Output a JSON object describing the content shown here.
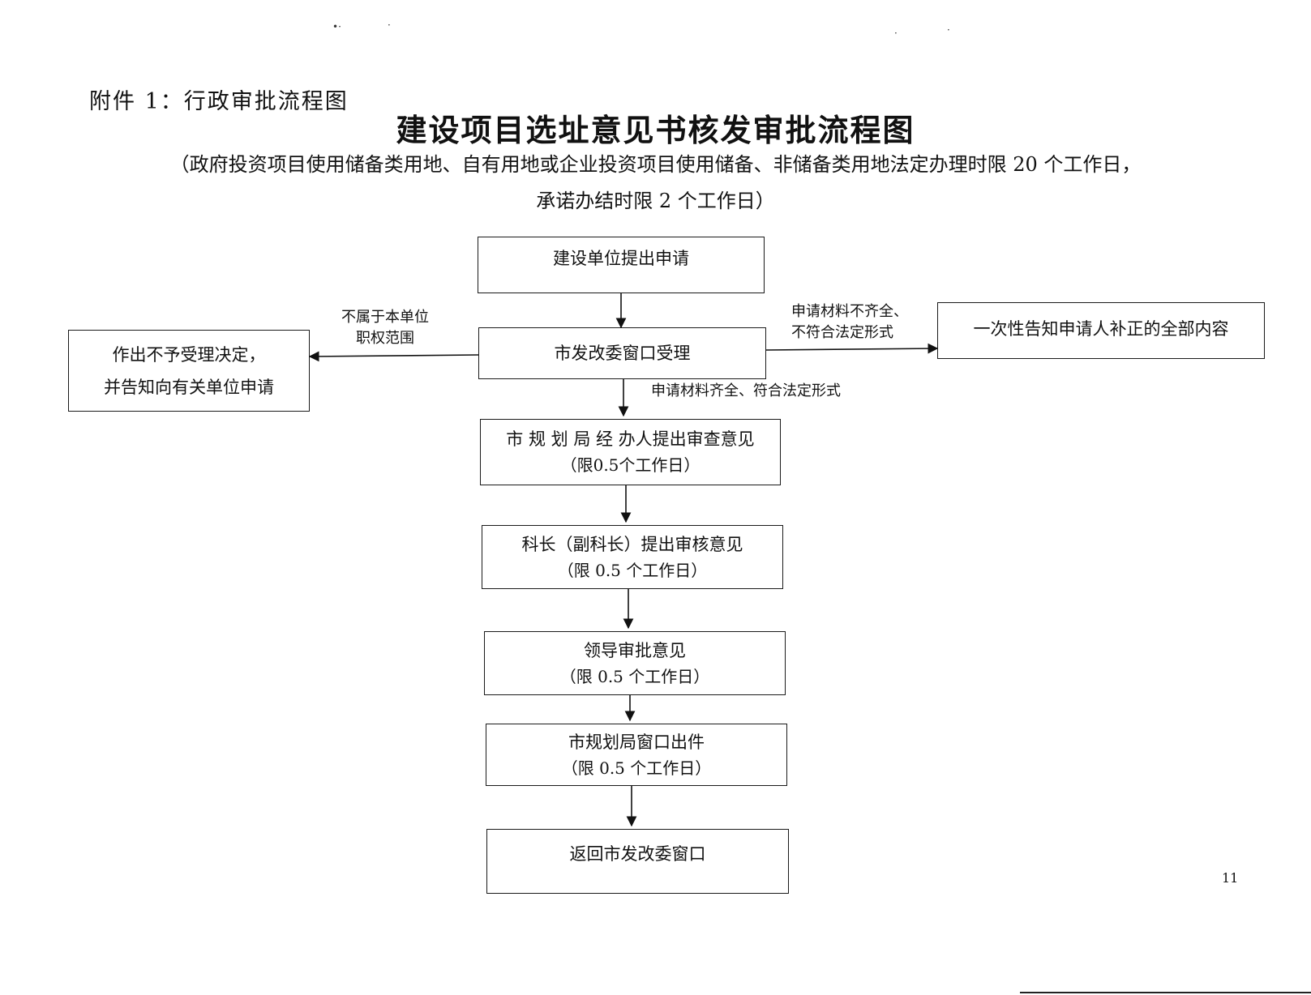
{
  "header": {
    "attachment_label": "附件 1：行政审批流程图",
    "title": "建设项目选址意见书核发审批流程图",
    "note_line1": "（政府投资项目使用储备类用地、自有用地或企业投资项目使用储备、非储备类用地法定办理时限 20 个工作日，",
    "note_line2": "承诺办结时限 2 个工作日）"
  },
  "flow": {
    "apply": {
      "text": "建设单位提出申请"
    },
    "accept": {
      "text": "市发改委窗口受理"
    },
    "reject": {
      "line1": "作出不予受理决定，",
      "line2": "并告知向有关单位申请"
    },
    "notify": {
      "text": "一次性告知申请人补正的全部内容"
    },
    "review": {
      "line1": "市 规 划 局 经 办人提出审查意见",
      "line2": "（限0.5个工作日）"
    },
    "section_chief": {
      "line1": "科长（副科长）提出审核意见",
      "line2": "（限 0.5 个工作日）"
    },
    "leader": {
      "line1": "领导审批意见",
      "line2": "（限 0.5 个工作日）"
    },
    "issue": {
      "line1": "市规划局窗口出件",
      "line2": "（限 0.5 个工作日）"
    },
    "return": {
      "text": "返回市发改委窗口"
    }
  },
  "edges": {
    "out_of_scope": {
      "line1": "不属于本单位",
      "line2": "职权范围"
    },
    "incomplete": {
      "line1": "申请材料不齐全、",
      "line2": "不符合法定形式"
    },
    "complete": {
      "text": "申请材料齐全、符合法定形式"
    }
  },
  "footer": {
    "page_number": "11"
  }
}
